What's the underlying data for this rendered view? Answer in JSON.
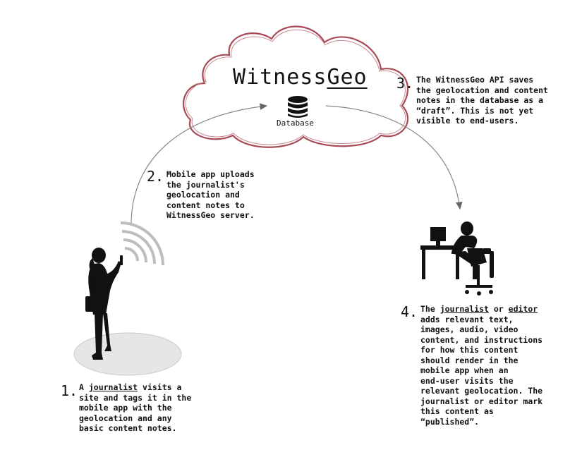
{
  "title": {
    "main": "Witness",
    "underlined": "Geo"
  },
  "database": {
    "label": "Database",
    "icon": "database-icon"
  },
  "steps": [
    {
      "number": "1.",
      "lines": [
        "A journalist visits a",
        "site and tags it in the",
        "mobile app with the",
        "geolocation and any",
        "basic content notes."
      ]
    },
    {
      "number": "2.",
      "lines": [
        "Mobile app uploads",
        "the journalist's",
        "geolocation and",
        "content notes to",
        "WitnessGeo server."
      ]
    },
    {
      "number": "3.",
      "lines": [
        "The WitnessGeo API saves",
        "the geolocation and content",
        "notes in the database as a",
        "“draft”.  This is not yet",
        "visible to end-users."
      ]
    },
    {
      "number": "4.",
      "lines": [
        "The journalist or editor",
        "adds relevant text,",
        "images, audio, video",
        "content, and instructions",
        "for how this content",
        "should render in the",
        "mobile app when an",
        "end-user visits the",
        "relevant geolocation. The",
        "journalist or editor mark",
        "this content as",
        "“published”."
      ]
    }
  ],
  "icons": [
    "cloud-icon",
    "journalist-silhouette-icon",
    "signal-waves-icon",
    "editor-at-desk-icon"
  ],
  "colors": {
    "cloud_outline": "#a84a55",
    "arrow": "#777777",
    "ellipse": "#e6e6e6"
  }
}
